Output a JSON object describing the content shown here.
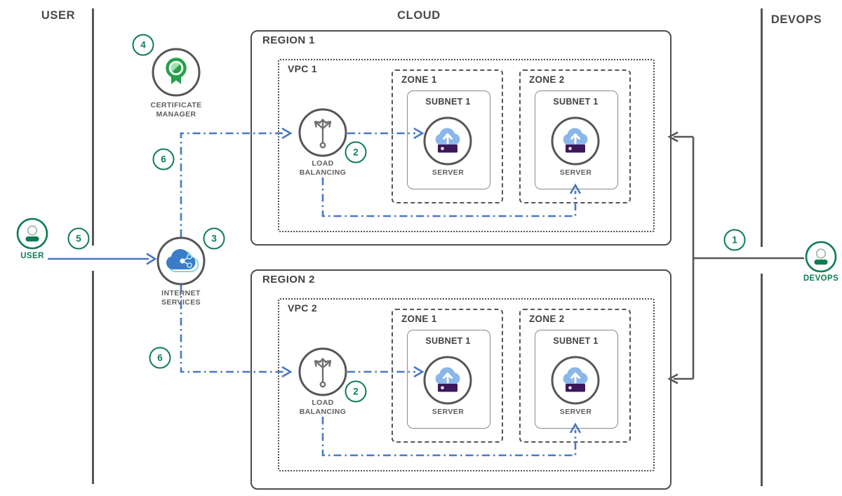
{
  "lanes": {
    "user_header": "USER",
    "cloud_header": "CLOUD",
    "devops_header": "DEVOPS"
  },
  "actors": {
    "user": {
      "label": "USER"
    },
    "devops": {
      "label": "DEVOPS"
    },
    "certificate_manager": {
      "line1": "CERTIFICATE",
      "line2": "MANAGER"
    },
    "internet_services": {
      "line1": "INTERNET",
      "line2": "SERVICES"
    }
  },
  "regions": [
    {
      "label": "REGION 1",
      "vpc": {
        "label": "VPC 1",
        "load_balancing": {
          "line1": "LOAD",
          "line2": "BALANCING"
        },
        "zones": [
          {
            "label": "ZONE 1",
            "subnet": {
              "label": "SUBNET 1",
              "server_label": "SERVER"
            }
          },
          {
            "label": "ZONE 2",
            "subnet": {
              "label": "SUBNET 1",
              "server_label": "SERVER"
            }
          }
        ]
      }
    },
    {
      "label": "REGION 2",
      "vpc": {
        "label": "VPC 2",
        "load_balancing": {
          "line1": "LOAD",
          "line2": "BALANCING"
        },
        "zones": [
          {
            "label": "ZONE 1",
            "subnet": {
              "label": "SUBNET 1",
              "server_label": "SERVER"
            }
          },
          {
            "label": "ZONE 2",
            "subnet": {
              "label": "SUBNET 1",
              "server_label": "SERVER"
            }
          }
        ]
      }
    }
  ],
  "steps": {
    "s1": "1",
    "s2": "2",
    "s3": "3",
    "s4": "4",
    "s5": "5",
    "s6": "6"
  },
  "colors": {
    "green": "#0e7d52",
    "medal_green": "#24a148",
    "blue": "#4779c4",
    "gray": "#4f4f4f",
    "purple": "#3d165c",
    "cloud_blue": "#8ab7ea",
    "internet_blue": "#3c7bc8",
    "teal_accent": "#7cd7e2"
  }
}
